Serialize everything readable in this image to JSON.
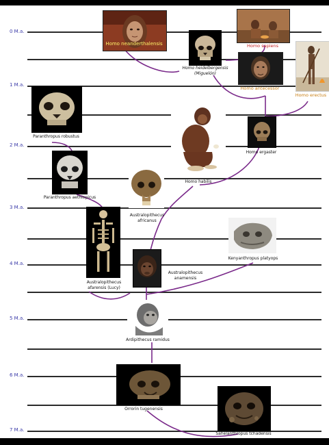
{
  "timescale": {
    "labels": [
      "0 M.a.",
      "1 M.a.",
      "2 M.a.",
      "3 M.a.",
      "4 M.a.",
      "5 M.a.",
      "6 M.a.",
      "7 M.a."
    ]
  },
  "species": {
    "neanderthalensis": "Homo neanderthalensis",
    "heidelbergensis_line1": "Homo heidelbergensis",
    "heidelbergensis_line2": "(Miguelón)",
    "sapiens": "Homo sapiens",
    "antecessor": "Homo antecessor",
    "erectus": "Homo erectus",
    "paranthropus_robustus": "Paranthropus robustus",
    "ergaster": "Homo ergaster",
    "paranthropus_aethiopicus": "Paranthropus aethiopicus",
    "habilis": "Homo habilis",
    "africanus_line1": "Australopithecus",
    "africanus_line2": "africanus",
    "platyops": "Kenyanthropus platyops",
    "anamensis_line1": "Australopithecus",
    "anamensis_line2": "anamensis",
    "afarensis_line1": "Australopithecus",
    "afarensis_line2": "afarensis (Lucy)",
    "ramidus": "Ardipithecus ramidus",
    "tugenensis": "Orrorin tugenensis",
    "tchadensis": "Sahelanthropus tchadensis"
  },
  "colors": {
    "lineage": "#7a2a8a",
    "timescale_label": "#3a3aa8",
    "guide_lines": "#2a2a2a"
  }
}
